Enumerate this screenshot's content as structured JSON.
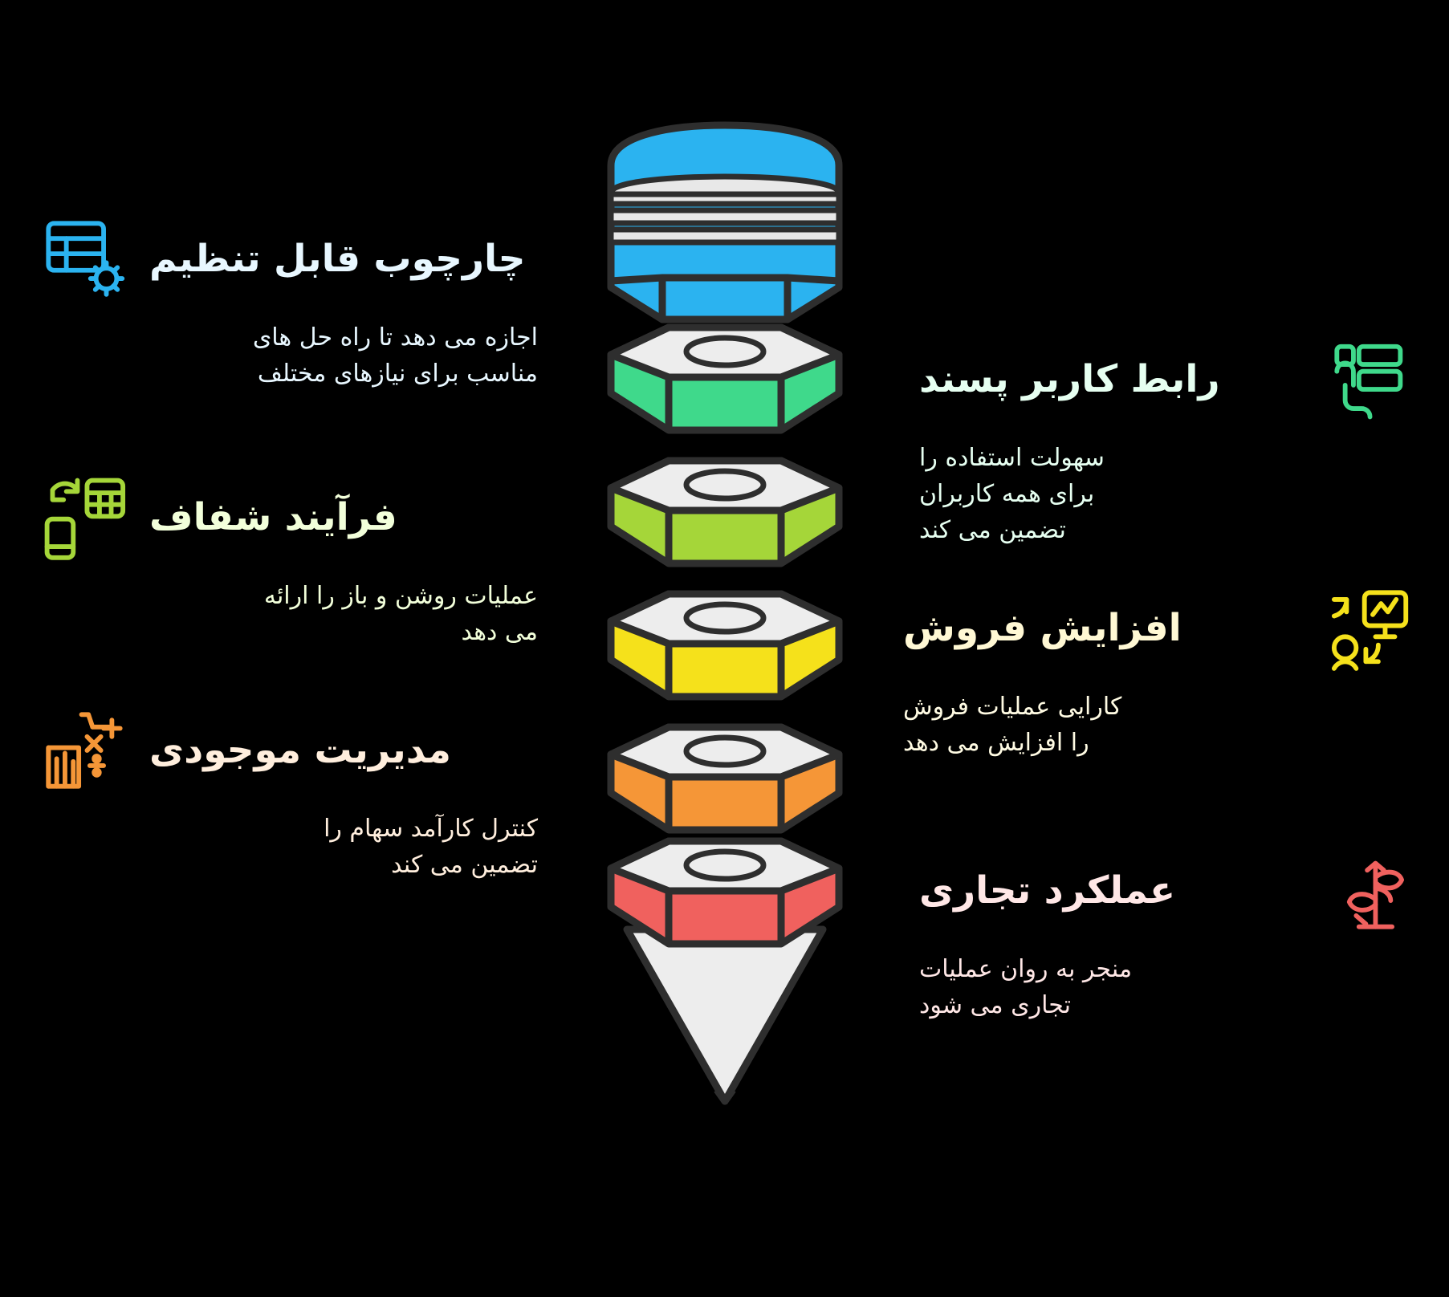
{
  "background": "#000000",
  "layers": [
    {
      "id": "configurable-framework",
      "color": "#2BB3F0",
      "side": "left",
      "title": "چارچوب قابل تنظیم",
      "desc": "اجازه می دهد تا راه حل های\nمناسب برای نیازهای مختلف",
      "icon": "table-gear-icon",
      "title_color": "#e8f7ff",
      "desc_color": "#e8f7ff"
    },
    {
      "id": "user-friendly-interface",
      "color": "#3FD98B",
      "side": "right",
      "title": "رابط کاربر پسند",
      "desc": "سهولت استفاده را\nبرای همه کاربران\nتضمین می کند",
      "icon": "ui-layout-icon",
      "title_color": "#e6fff1",
      "desc_color": "#e6fff1"
    },
    {
      "id": "transparent-process",
      "color": "#A5D639",
      "side": "left",
      "title": "فرآیند شفاف",
      "desc": "عملیات روشن و باز را ارائه\nمی دهد",
      "icon": "calculator-sync-icon",
      "title_color": "#f2ffda",
      "desc_color": "#f2ffda"
    },
    {
      "id": "increase-sales",
      "color": "#F5E11B",
      "side": "right",
      "title": "افزایش فروش",
      "desc": "کارایی عملیات فروش\nرا افزایش می دهد",
      "icon": "sales-chart-person-icon",
      "title_color": "#fff8d4",
      "desc_color": "#fffbe3"
    },
    {
      "id": "inventory-management",
      "color": "#F59637",
      "side": "left",
      "title": "مدیریت موجودی",
      "desc": "کنترل کارآمد سهام را\nتضمین می کند",
      "icon": "inventory-math-icon",
      "title_color": "#ffeedd",
      "desc_color": "#ffeedd"
    },
    {
      "id": "business-performance",
      "color": "#F0615E",
      "side": "right",
      "title": "عملکرد تجاری",
      "desc": "منجر به روان عملیات\nتجاری می شود",
      "icon": "growth-plant-icon",
      "title_color": "#ffe7e6",
      "desc_color": "#ffe7e6"
    }
  ],
  "funnel": {
    "top_cap_color": "#2BB3F0",
    "band_color": "#E8E8E8",
    "outline_color": "#2E2E2E",
    "cone_color": "#EDEDED",
    "cone_label": "funnel-tip"
  }
}
